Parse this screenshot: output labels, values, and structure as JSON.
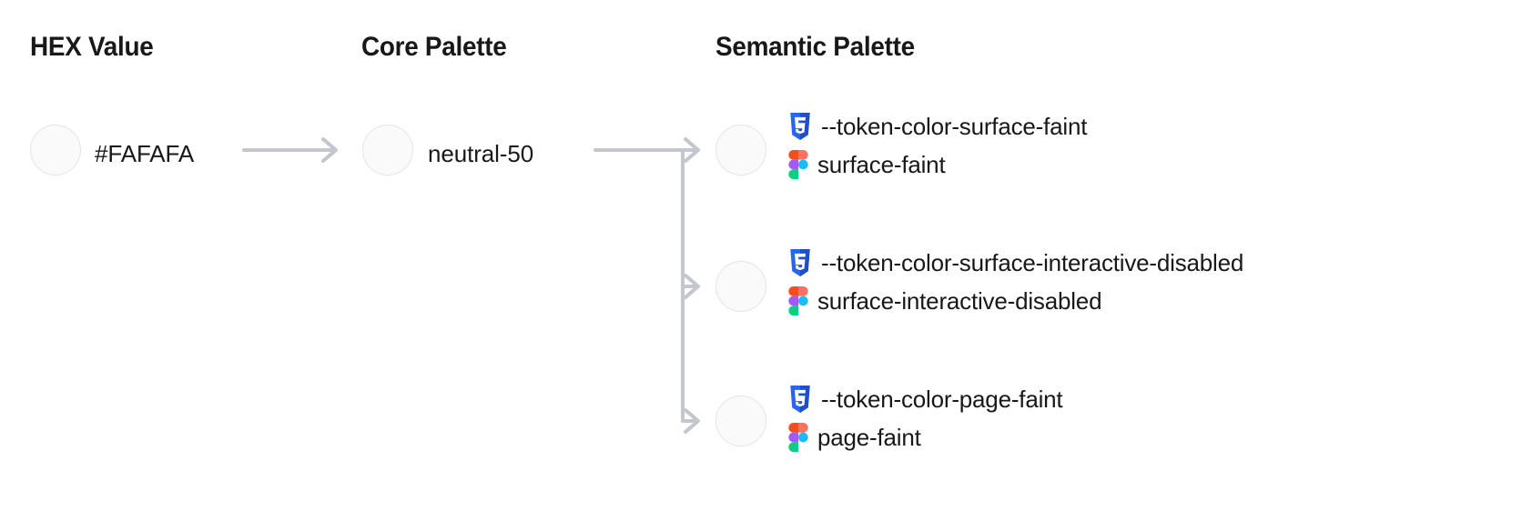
{
  "columns": {
    "hex": {
      "heading": "HEX Value"
    },
    "core": {
      "heading": "Core Palette"
    },
    "semantic": {
      "heading": "Semantic Palette"
    }
  },
  "colors": {
    "swatch_fill": "#FAFAFA",
    "swatch_border": "#E4E4E7",
    "connector": "#C3C6CE",
    "text": "#18181B",
    "css_icon_blue": "#2965F1",
    "css_icon_blue_dark": "#1F4FC4",
    "figma_orange": "#F24E1E",
    "figma_red": "#FF7262",
    "figma_purple": "#A259FF",
    "figma_blue": "#1ABCFE",
    "figma_green": "#0ACF83"
  },
  "hex_node": {
    "swatch_color": "#FAFAFA",
    "label": "#FAFAFA"
  },
  "core_node": {
    "swatch_color": "#FAFAFA",
    "label": "neutral-50"
  },
  "semantic_nodes": [
    {
      "swatch_color": "#FAFAFA",
      "css_icon": "css3-icon",
      "css_token": "--token-color-surface-faint",
      "figma_icon": "figma-icon",
      "figma_token": "surface-faint"
    },
    {
      "swatch_color": "#FAFAFA",
      "css_icon": "css3-icon",
      "css_token": "--token-color-surface-interactive-disabled",
      "figma_icon": "figma-icon",
      "figma_token": "surface-interactive-disabled"
    },
    {
      "swatch_color": "#FAFAFA",
      "css_icon": "css3-icon",
      "css_token": "--token-color-page-faint",
      "figma_icon": "figma-icon",
      "figma_token": "page-faint"
    }
  ]
}
